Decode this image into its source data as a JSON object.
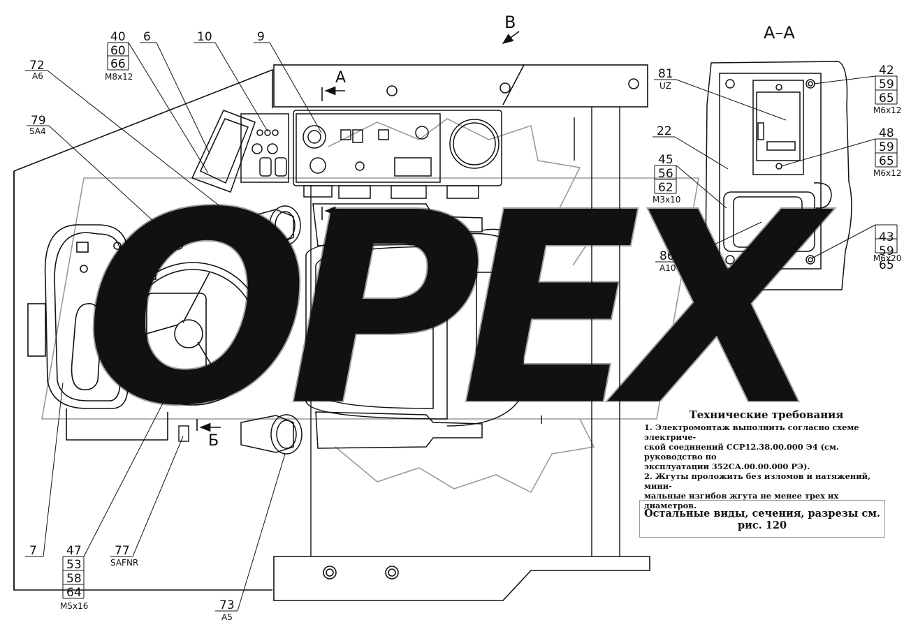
{
  "view_label_b": "В",
  "section_title": "А–А",
  "cut_a": "А",
  "cut_b": "Б",
  "callouts_left": {
    "c72": {
      "num": "72",
      "sub": "A6"
    },
    "c79": {
      "num": "79",
      "sub": "SA4"
    },
    "c40": {
      "nums": [
        "40",
        "60",
        "66"
      ],
      "sub": "M8x12"
    },
    "c6": {
      "num": "6"
    },
    "c10": {
      "num": "10"
    },
    "c9": {
      "num": "9"
    },
    "c7": {
      "num": "7"
    },
    "c47": {
      "nums": [
        "47",
        "53",
        "58",
        "64"
      ],
      "sub": "M5x16"
    },
    "c77": {
      "num": "77",
      "sub": "SAFNR"
    },
    "c73": {
      "num": "73",
      "sub": "A5"
    }
  },
  "callouts_right": {
    "c81": {
      "num": "81",
      "sub": "UZ"
    },
    "c22": {
      "num": "22"
    },
    "c45": {
      "nums": [
        "45",
        "56",
        "62"
      ],
      "sub": "M3x10"
    },
    "c86": {
      "num": "86",
      "sub": "A10"
    },
    "c42": {
      "nums": [
        "42",
        "59",
        "65"
      ],
      "sub": "M6x12"
    },
    "c48": {
      "nums": [
        "48",
        "59",
        "65"
      ],
      "sub": "M6x12"
    },
    "c43": {
      "nums": [
        "43",
        "59",
        "65"
      ],
      "sub": "M6x20"
    }
  },
  "requirements": {
    "heading": "Технические требования",
    "lines": [
      "1. Электромонтаж выполнить согласно схеме электриче-",
      "ской соединений ССР12.38.00.000 Э4 (см. руководство по",
      "эксплуатации 352СА.00.00.000 РЭ).",
      "2. Жгуты проложить без изломов и натяжений, мини-",
      "мальные изгибов жгута не менее трех их диаметров."
    ]
  },
  "other_views_note": "Остальные виды, сечения, разрезы см. рис. 120",
  "watermark": "OPEX"
}
